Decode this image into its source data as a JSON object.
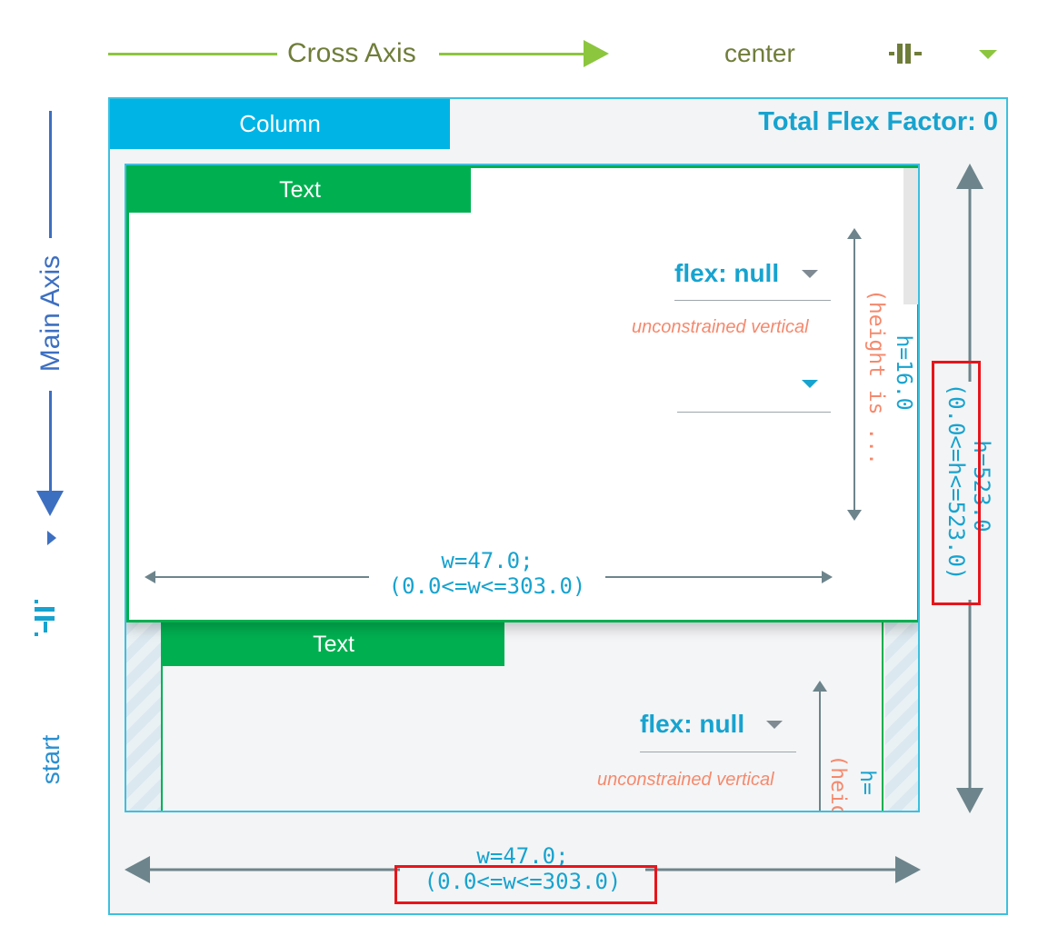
{
  "cross_axis": {
    "label": "Cross Axis",
    "alignment_value": "center",
    "alignment_icon": "cross-axis-center-align-icon",
    "color": "#8cc63f"
  },
  "main_axis": {
    "label": "Main Axis",
    "alignment_value": "start",
    "alignment_icon": "main-axis-start-align-icon",
    "color": "#3d6fc1"
  },
  "column": {
    "tab_label": "Column",
    "total_flex_factor": "Total Flex Factor: 0",
    "height_label": "h=523.0",
    "height_constraint": "(0.0<=h<=523.0)",
    "width_label": "w=47.0;",
    "width_constraint": "(0.0<=w<=303.0)"
  },
  "children": [
    {
      "tab_label": "Text",
      "flex_value": "flex: null",
      "unconstrained_label": "unconstrained vertical",
      "height_label": "h=16.0",
      "height_note": "(height is ...",
      "width_label": "w=47.0;",
      "width_constraint": "(0.0<=w<=303.0)"
    },
    {
      "tab_label": "Text",
      "flex_value": "flex: null",
      "unconstrained_label": "unconstrained vertical",
      "height_label": "h=",
      "height_note": "(heig"
    }
  ],
  "colors": {
    "column_tab": "#00b4e6",
    "text_tab": "#00b050",
    "accent_text": "#17a3cf",
    "warning_text": "#f5896d",
    "dimension_arrow": "#6d848c",
    "highlight": "#e8141b"
  }
}
